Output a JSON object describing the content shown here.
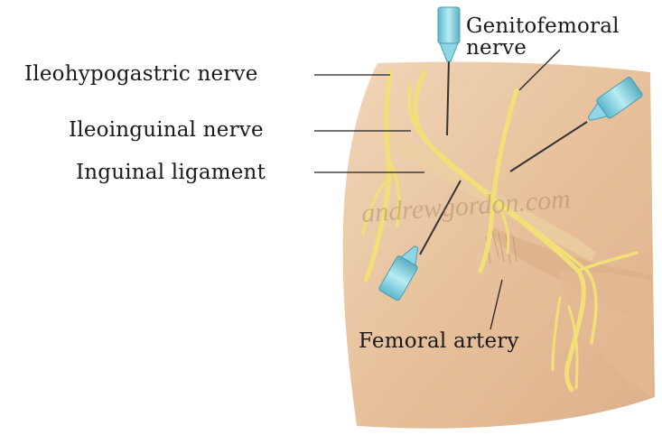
{
  "labels": {
    "ileohypogastric": "Ileohypogastric nerve",
    "ileoinguinal": "Ileoinguinal nerve",
    "ligament": "Inguinal ligament",
    "genitofemoral_line1": "Genitofemoral",
    "genitofemoral_line2": "nerve",
    "femoral_artery": "Femoral artery"
  },
  "watermark": "andrewgordon.com",
  "colors": {
    "skin": "#e9c9a6",
    "skin_shadow": "#d9b08a",
    "nerve": "#f3e27a",
    "needle_hub": "#7fd0e0",
    "leader": "#222222"
  }
}
